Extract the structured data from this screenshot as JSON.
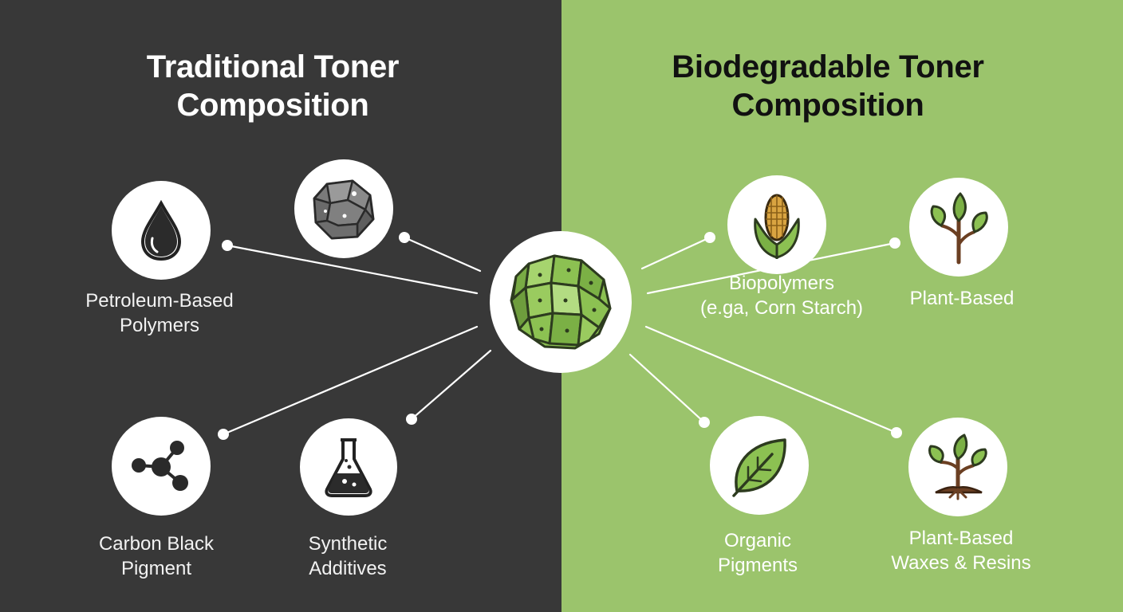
{
  "left_panel": {
    "title_line1": "Traditional Toner",
    "title_line2": "Composition",
    "background": "#383838",
    "items": [
      {
        "line1": "Petroleum-Based",
        "line2": "Polymers",
        "icon": "oil-drop-icon"
      },
      {
        "line1": "",
        "line2": "",
        "icon": "rock-mineral-icon"
      },
      {
        "line1": "Carbon Black",
        "line2": "Pigment",
        "icon": "molecule-icon"
      },
      {
        "line1": "Synthetic",
        "line2": "Additives",
        "icon": "flask-icon"
      }
    ]
  },
  "right_panel": {
    "title_line1": "Biodegradable Toner",
    "title_line2": "Composition",
    "background": "#9bc46c",
    "items": [
      {
        "line1": "Biopolymers",
        "line2": "(e.ga, Corn Starch)",
        "icon": "corn-icon"
      },
      {
        "line1": "Plant-Based",
        "line2": "",
        "icon": "plant-icon"
      },
      {
        "line1": "Organic",
        "line2": "Pigments",
        "icon": "leaf-icon"
      },
      {
        "line1": "Plant-Based",
        "line2": "Waxes & Resins",
        "icon": "sprout-icon"
      }
    ]
  },
  "center": {
    "icon": "green-toner-particle-icon"
  },
  "colors": {
    "accent_green": "#8cc152",
    "dark_bg": "#383838",
    "light_bg": "#9bc46c"
  }
}
